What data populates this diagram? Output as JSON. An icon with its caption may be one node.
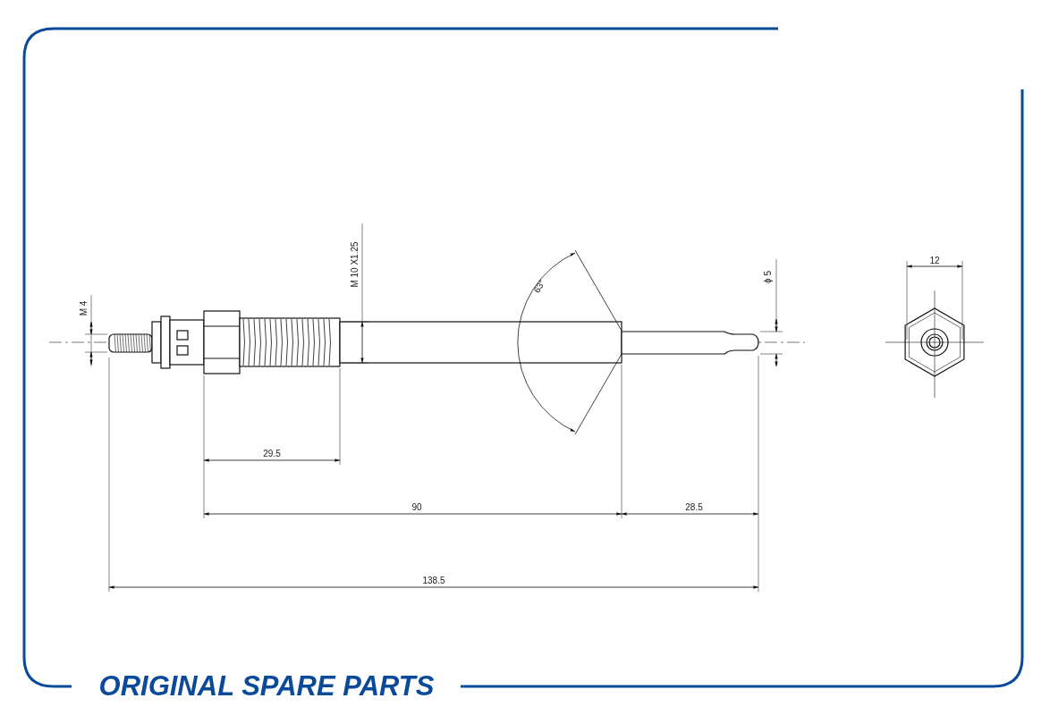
{
  "diagram": {
    "labels": [
      "M 10 X1.25",
      "63°",
      "ϕ 5",
      "12",
      "M 4",
      "29.5",
      "90",
      "28.5",
      "138.5",
      "ORIGINAL SPARE PARTS"
    ]
  }
}
